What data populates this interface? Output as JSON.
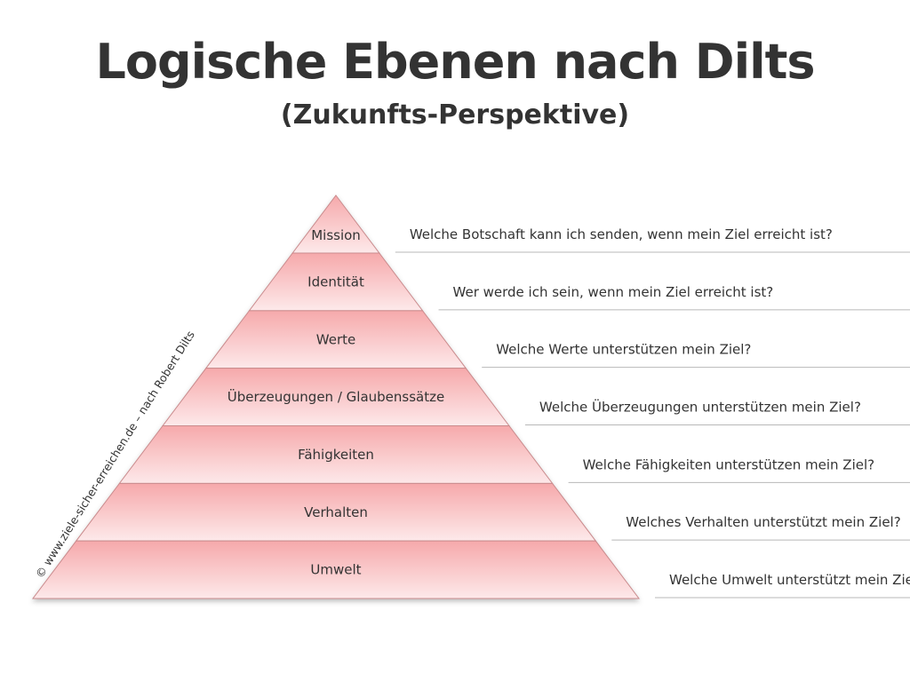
{
  "header": {
    "title": "Logische Ebenen nach Dilts",
    "subtitle": "(Zukunfts-Perspektive)"
  },
  "colors": {
    "band_top": "#f6a9ab",
    "band_bottom": "#fde9ea",
    "text": "#333333",
    "line": "#b8b8b8"
  },
  "levels": [
    {
      "label": "Mission",
      "question": "Welche Botschaft kann ich senden, wenn mein Ziel erreicht ist?"
    },
    {
      "label": "Identität",
      "question": "Wer werde ich sein, wenn mein Ziel erreicht ist?"
    },
    {
      "label": "Werte",
      "question": "Welche Werte unterstützen mein Ziel?"
    },
    {
      "label": "Überzeugungen / Glaubenssätze",
      "question": "Welche Überzeugungen unterstützen mein Ziel?"
    },
    {
      "label": "Fähigkeiten",
      "question": "Welche Fähigkeiten unterstützen mein Ziel?"
    },
    {
      "label": "Verhalten",
      "question": "Welches Verhalten unterstützt mein Ziel?"
    },
    {
      "label": "Umwelt",
      "question": "Welche Umwelt unterstützt mein Ziel?"
    }
  ],
  "copyright": "© www.ziele-sicher-erreichen.de – nach Robert Dilts"
}
